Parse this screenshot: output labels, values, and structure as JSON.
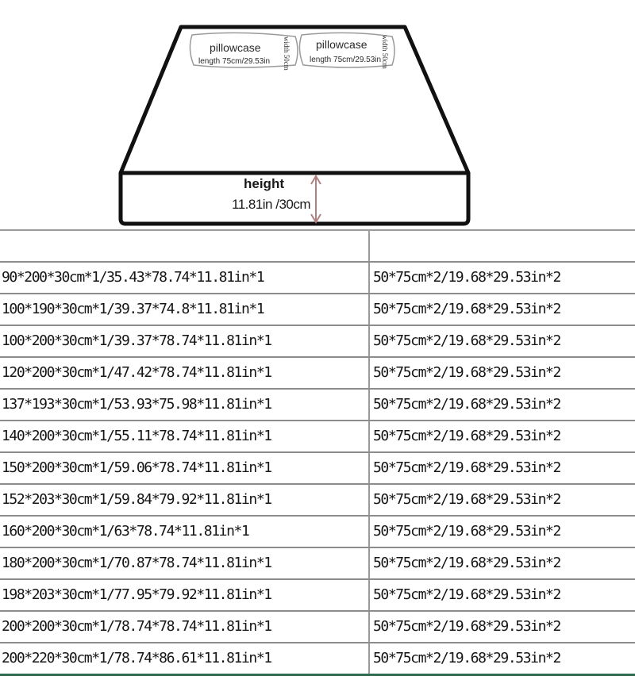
{
  "diagram": {
    "pillowcase_1": {
      "title": "pillowcase",
      "length": "length 75cm/29.53in",
      "width": "width 50cm"
    },
    "pillowcase_2": {
      "title": "pillowcase",
      "length": "length 75cm/29.53in",
      "width": "width 50cm"
    },
    "height_label": "height",
    "height_value": "11.81in /30cm"
  },
  "table": {
    "header": [
      "",
      ""
    ],
    "rows": [
      [
        "90*200*30cm*1/35.43*78.74*11.81in*1",
        "50*75cm*2/19.68*29.53in*2"
      ],
      [
        "100*190*30cm*1/39.37*74.8*11.81in*1",
        "50*75cm*2/19.68*29.53in*2"
      ],
      [
        "100*200*30cm*1/39.37*78.74*11.81in*1",
        "50*75cm*2/19.68*29.53in*2"
      ],
      [
        "120*200*30cm*1/47.42*78.74*11.81in*1",
        "50*75cm*2/19.68*29.53in*2"
      ],
      [
        "137*193*30cm*1/53.93*75.98*11.81in*1",
        "50*75cm*2/19.68*29.53in*2"
      ],
      [
        "140*200*30cm*1/55.11*78.74*11.81in*1",
        "50*75cm*2/19.68*29.53in*2"
      ],
      [
        "150*200*30cm*1/59.06*78.74*11.81in*1",
        "50*75cm*2/19.68*29.53in*2"
      ],
      [
        "152*203*30cm*1/59.84*79.92*11.81in*1",
        "50*75cm*2/19.68*29.53in*2"
      ],
      [
        "160*200*30cm*1/63*78.74*11.81in*1",
        "50*75cm*2/19.68*29.53in*2"
      ],
      [
        "180*200*30cm*1/70.87*78.74*11.81in*1",
        "50*75cm*2/19.68*29.53in*2"
      ],
      [
        "198*203*30cm*1/77.95*79.92*11.81in*1",
        "50*75cm*2/19.68*29.53in*2"
      ],
      [
        "200*200*30cm*1/78.74*78.74*11.81in*1",
        "50*75cm*2/19.68*29.53in*2"
      ],
      [
        "200*220*30cm*1/78.74*86.61*11.81in*1",
        "50*75cm*2/19.68*29.53in*2"
      ]
    ]
  },
  "colors": {
    "outline": "#111111",
    "arrow": "#b08080",
    "grid": "#8c8c8c",
    "bottom_accent": "#2f6b4e"
  }
}
